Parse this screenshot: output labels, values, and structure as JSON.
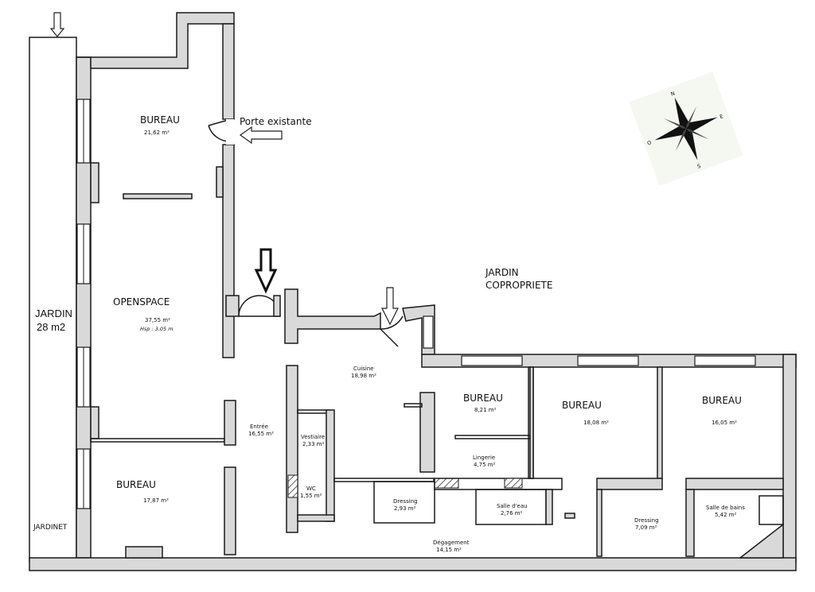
{
  "rooms": {
    "jardin": {
      "name": "JARDIN",
      "area": "28 m2"
    },
    "jardinet": {
      "name": "JARDINET"
    },
    "bureau_top": {
      "name": "BUREAU",
      "area": "21,62 m²"
    },
    "openspace": {
      "name": "OPENSPACE",
      "area": "37,55 m²",
      "height": "Hsp : 3,05 m"
    },
    "bureau_bottom_left": {
      "name": "BUREAU",
      "area": "17,87 m²"
    },
    "entree": {
      "name": "Entrée",
      "area": "16,55 m²"
    },
    "vestiaire": {
      "name": "Vestiaire",
      "area": "2,33 m²"
    },
    "wc": {
      "name": "WC",
      "area": "1,55 m²"
    },
    "cuisine": {
      "name": "Cuisine",
      "area": "18,98 m²"
    },
    "dressing_1": {
      "name": "Dressing",
      "area": "2,93 m²"
    },
    "bureau_small": {
      "name": "BUREAU",
      "area": "8,21 m²"
    },
    "lingerie": {
      "name": "Lingerie",
      "area": "4,75 m²"
    },
    "salle_deau": {
      "name": "Salle d'eau",
      "area": "2,76 m²"
    },
    "bureau_mid": {
      "name": "BUREAU",
      "area": "18,08 m²"
    },
    "bureau_right": {
      "name": "BUREAU",
      "area": "16,05 m²"
    },
    "dressing_2": {
      "name": "Dressing",
      "area": "7,09 m²"
    },
    "salle_de_bains": {
      "name": "Salle de bains",
      "area": "5,42 m²"
    },
    "degagement": {
      "name": "Dégagement",
      "area": "14,15 m²"
    }
  },
  "annotations": {
    "porte_existante": "Porte existante",
    "jardin_copro_line1": "JARDIN",
    "jardin_copro_line2": "COPROPRIETE"
  },
  "compass": {
    "labels": [
      "N",
      "S",
      "E",
      "O"
    ],
    "icon": "compass-rose-icon"
  },
  "colors": {
    "wall": "#d9d9d9",
    "stroke": "#1a1a1a",
    "background": "#ffffff"
  }
}
